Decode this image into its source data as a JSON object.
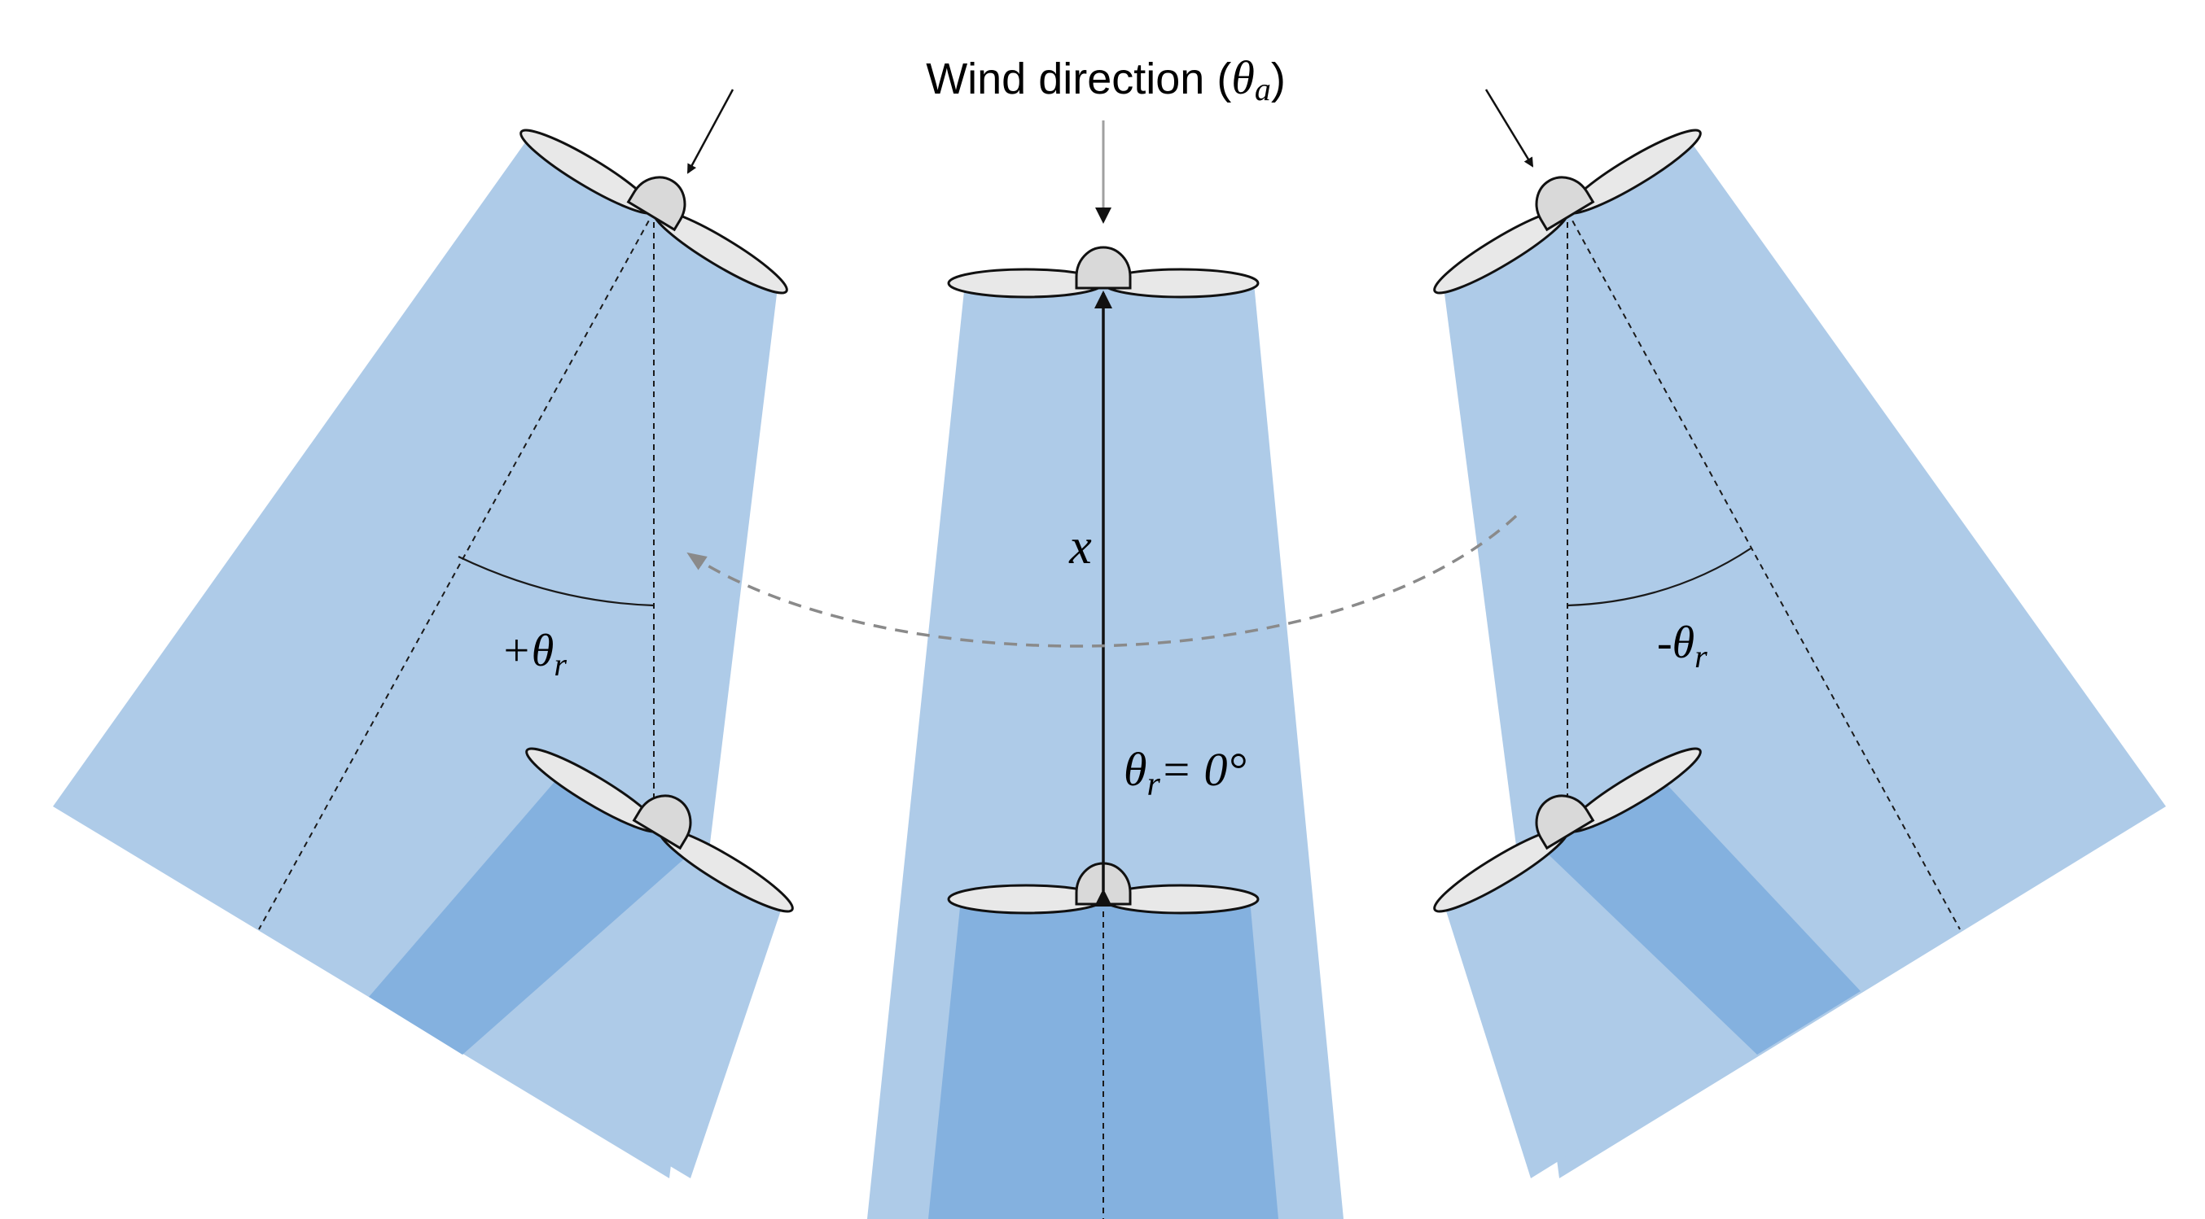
{
  "title_text": "Wind direction (",
  "title_symbol": "θ",
  "title_sub": "a",
  "title_close": ")",
  "x_label": "x",
  "theta_symbol": "θ",
  "theta_sub": "r",
  "left_sign": "+",
  "right_sign": "-",
  "center_angle": "= 0°",
  "colors": {
    "wake_light": "#aecbe8",
    "wake_dark": "#84b1df",
    "blade_fill": "#e8e8e8",
    "hub_fill": "#d9d9d9",
    "rotation_arrow": "#8a8a8a",
    "wind_arrow_center": "#a0a0a0"
  },
  "icons": [
    "turbine-rotor-icon",
    "wind-arrow-icon",
    "rotation-arrow-icon"
  ]
}
